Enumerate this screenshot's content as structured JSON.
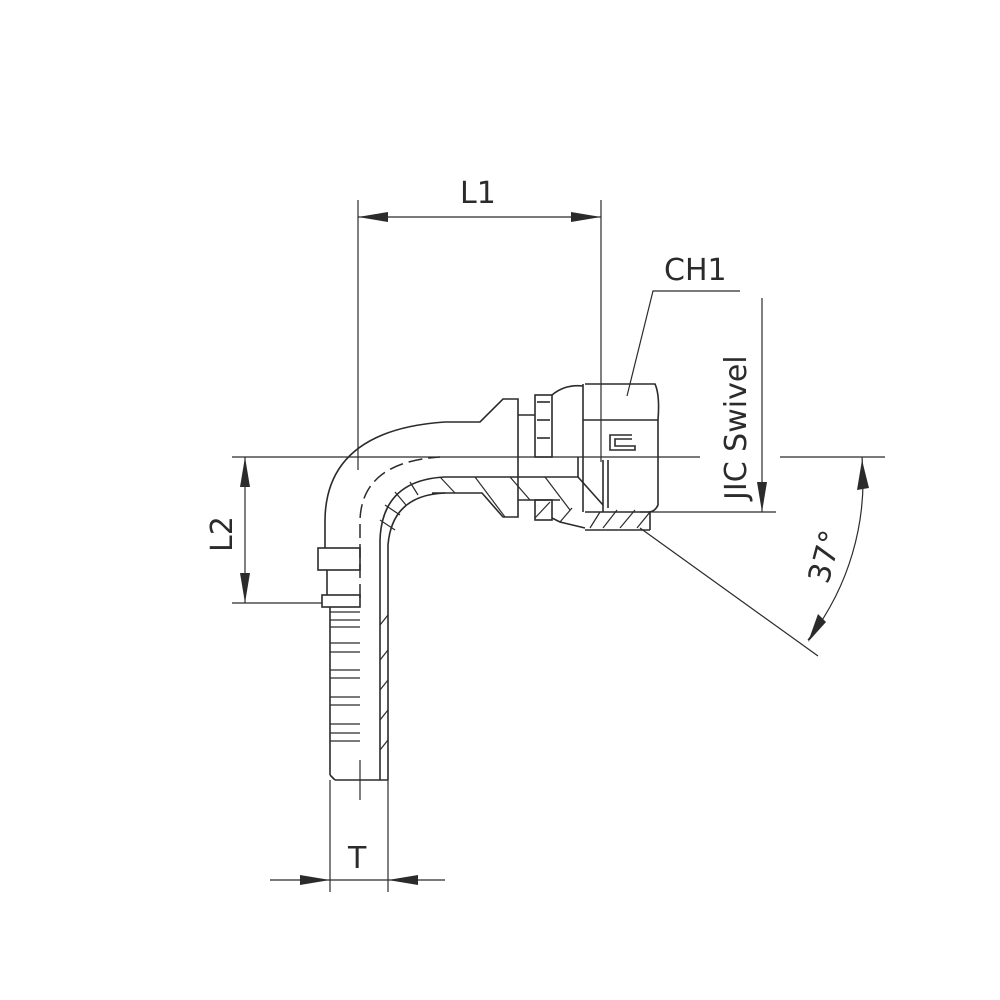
{
  "drawing": {
    "title": "90° JIC swivel hose fitting",
    "labels": {
      "l1": "L1",
      "l2": "L2",
      "ch1": "CH1",
      "jic": "JIC Swivel",
      "angle": "37°",
      "t": "T"
    },
    "line_color": "#2b2b2b",
    "background": "#ffffff"
  }
}
